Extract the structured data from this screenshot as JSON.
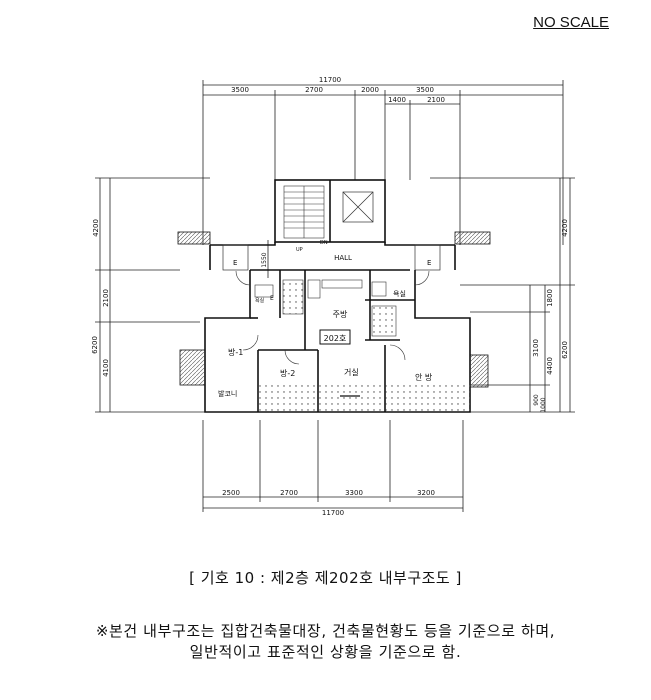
{
  "header": {
    "scale_note": "NO SCALE"
  },
  "plan": {
    "dims_top_total": "11700",
    "dims_top": [
      "3500",
      "2700",
      "2000",
      "3500"
    ],
    "dims_top_sub": [
      "1400",
      "2100"
    ],
    "dims_bottom": [
      "2500",
      "2700",
      "3300",
      "3200"
    ],
    "dims_bottom_total": "11700",
    "dims_left_outer": "6200",
    "dims_left_upper": "4200",
    "dims_left_mid": "2100",
    "dims_left_lower": "4100",
    "dims_left_small": "1550",
    "dims_right_upper": "4200",
    "dims_right_outer": "6200",
    "dims_right_a": "1800",
    "dims_right_b": "3100",
    "dims_right_c": "4400",
    "dims_right_d": "900",
    "dims_right_e": "1000",
    "rooms": {
      "hall": "HALL",
      "elev_left": "E",
      "elev_mid": "E",
      "elev_right": "E",
      "kitchen": "주방",
      "unit": "202호",
      "room1": "방-1",
      "room2": "방-2",
      "living": "거실",
      "master": "안 방",
      "balcony": "발코니",
      "bath1": "욕실",
      "bath2": "욕실",
      "up": "UP",
      "dn": "DN"
    }
  },
  "caption": "[  기호 10 : 제2층 제202호 내부구조도  ]",
  "note_line1": "※본건 내부구조는 집합건축물대장, 건축물현황도 등을 기준으로 하며,",
  "note_line2": "일반적이고 표준적인 상황을 기준으로 함."
}
